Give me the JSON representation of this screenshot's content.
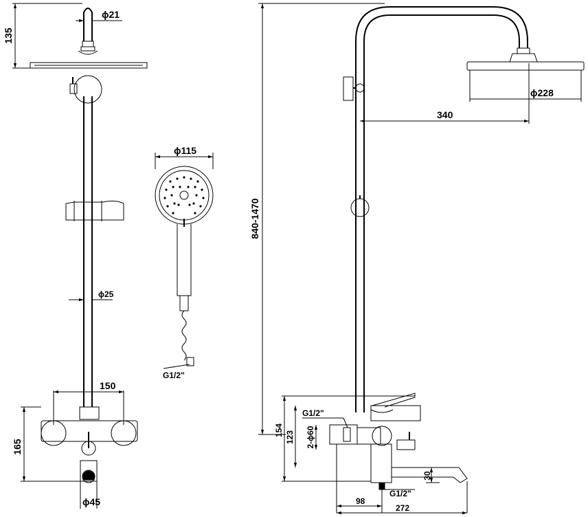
{
  "front_view": {
    "head_connector_dia": "ϕ21",
    "head_height": "135",
    "pipe_dia": "ϕ25",
    "mixer_width": "150",
    "mixer_height": "165",
    "outlet_dia": "ϕ45"
  },
  "hand_shower": {
    "head_dia": "ϕ115",
    "hose_thread": "G1/2\""
  },
  "side_view": {
    "total_height": "840-1470",
    "arm_length": "340",
    "head_dia": "ϕ228",
    "outlet_thread": "G1/2\"",
    "inlet_spec": "2-ϕ60",
    "mixer_height": "154",
    "mixer_depth": "123",
    "spout_height": "30",
    "wall_offset": "98",
    "spout_length": "272",
    "bottom_thread": "G1/2\""
  }
}
